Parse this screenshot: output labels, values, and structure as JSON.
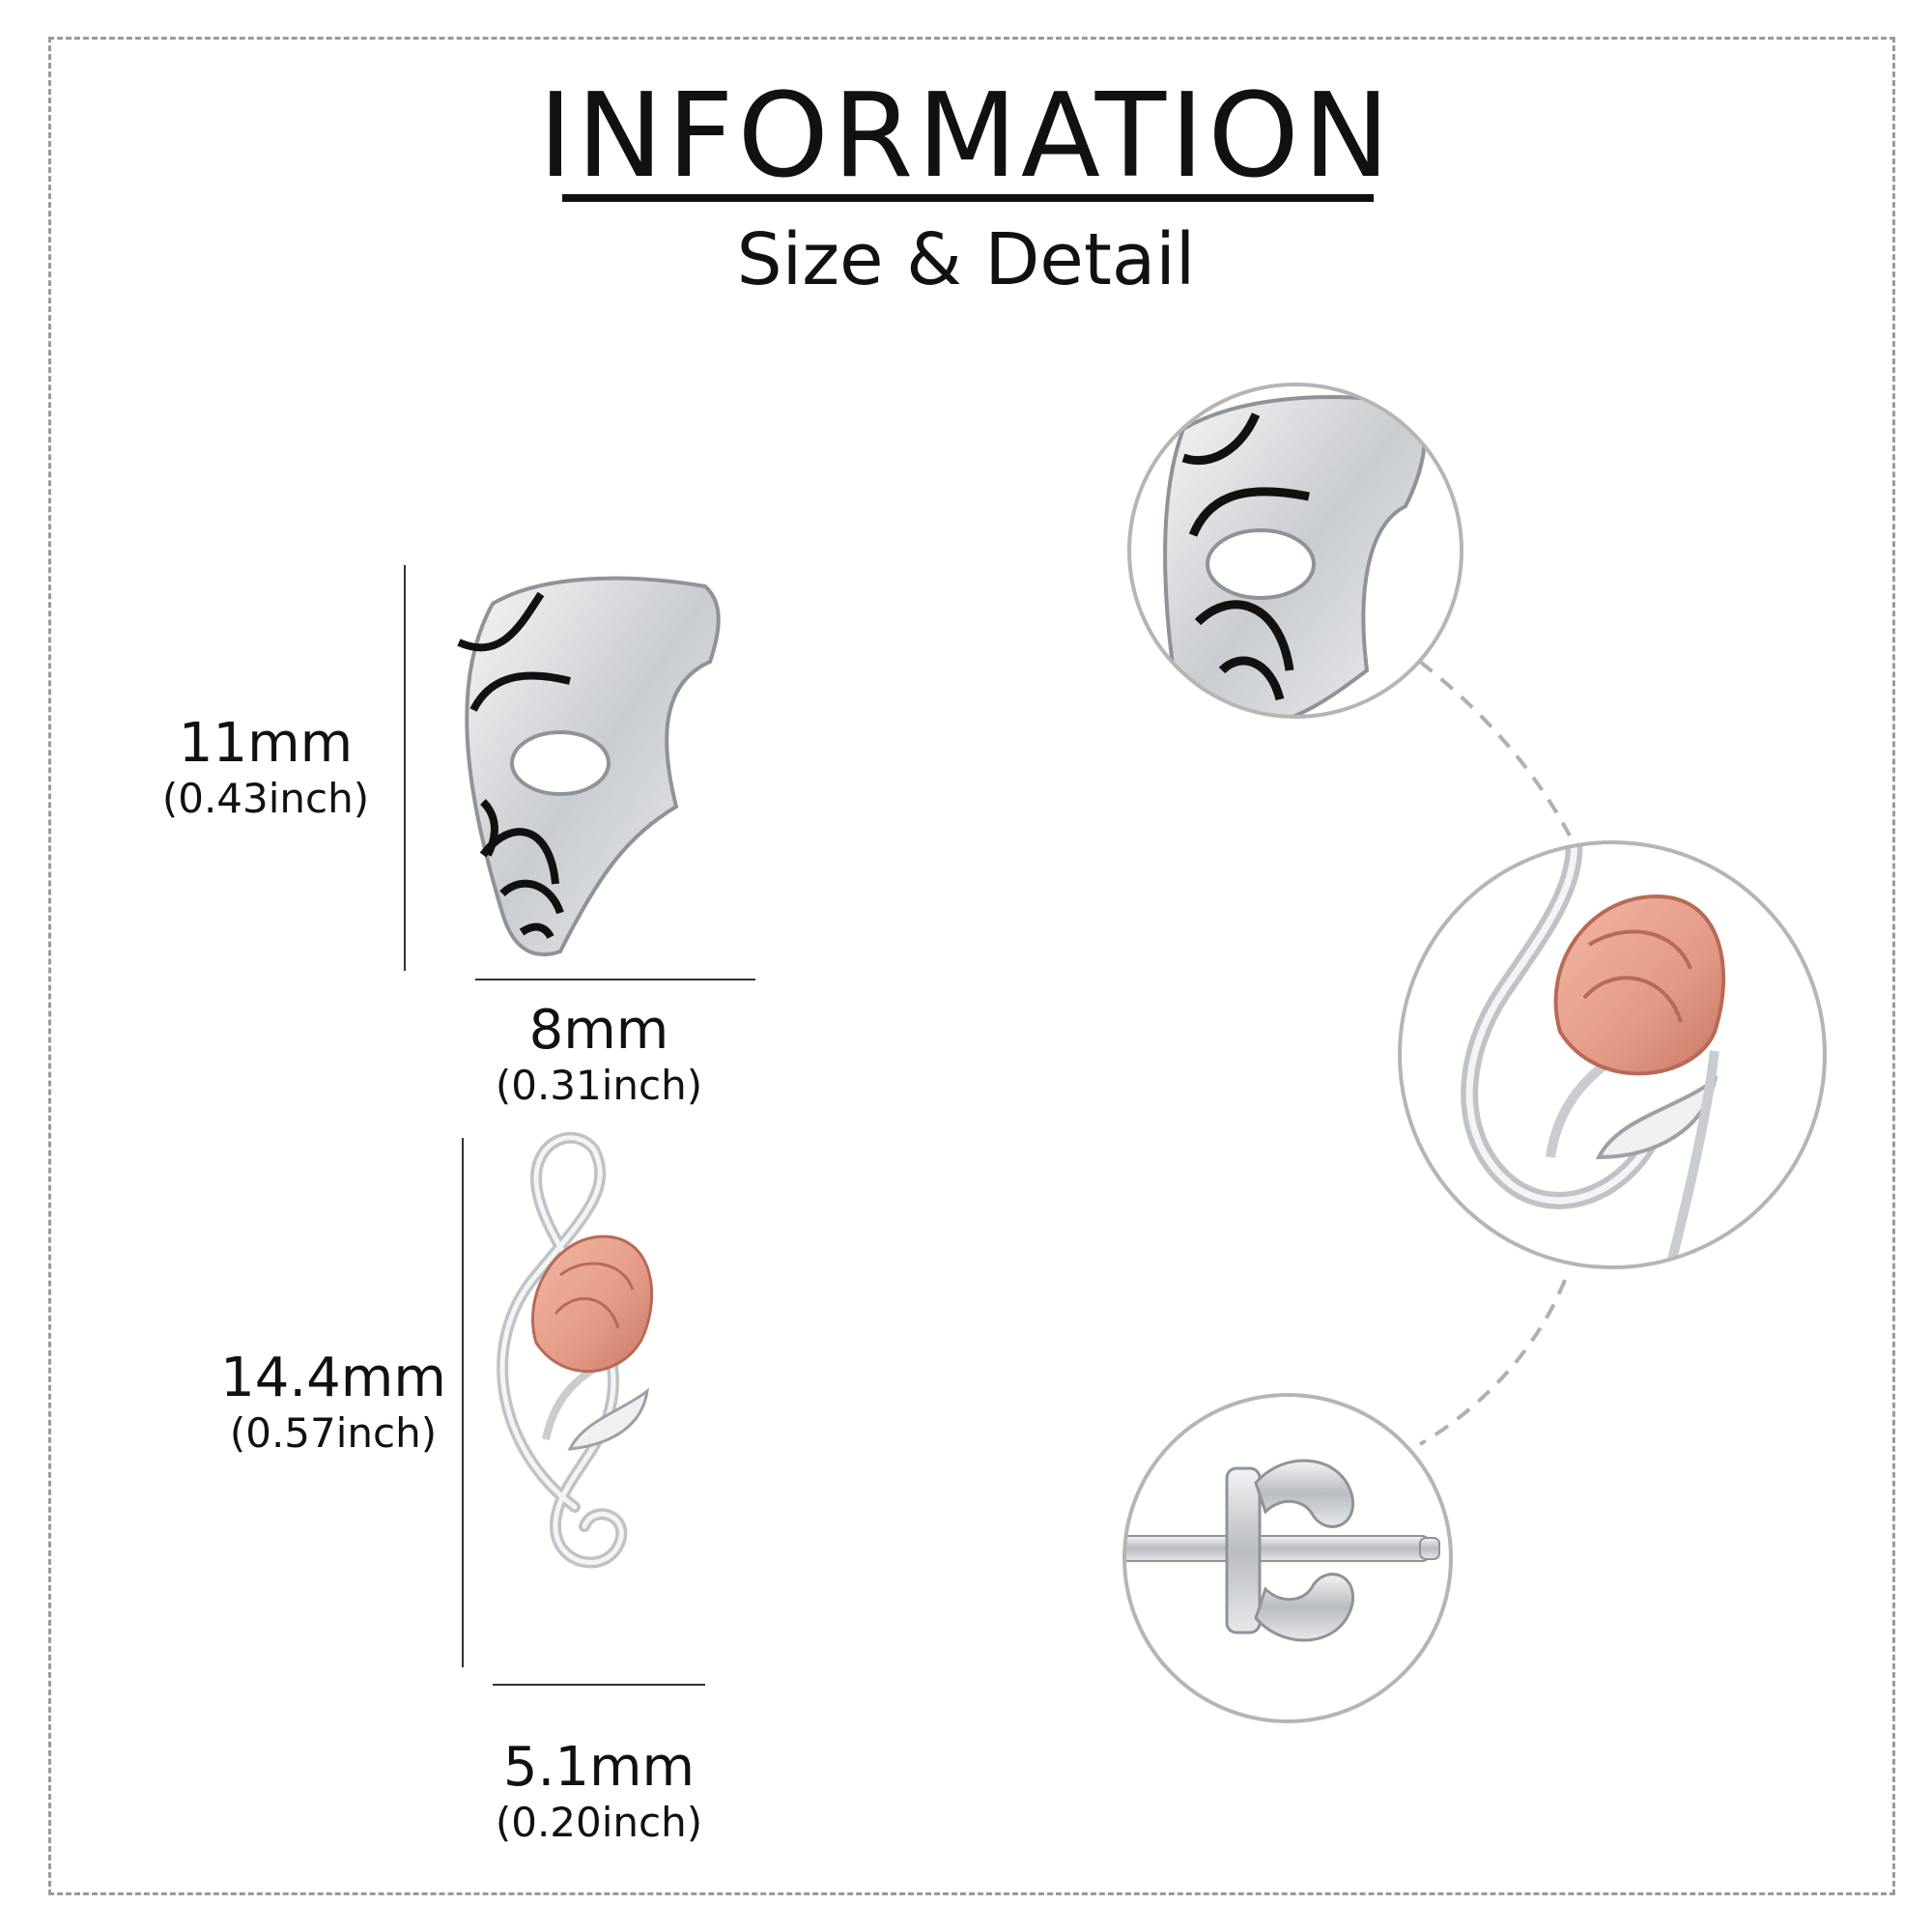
{
  "header": {
    "title": "INFORMATION",
    "subtitle": "Size & Detail"
  },
  "mask_earring": {
    "height_mm": "11mm",
    "height_inch": "(0.43inch)",
    "width_mm": "8mm",
    "width_inch": "(0.31inch)"
  },
  "clef_earring": {
    "height_mm": "14.4mm",
    "height_inch": "(0.57inch)",
    "width_mm": "5.1mm",
    "width_inch": "(0.20inch)"
  },
  "colors": {
    "silver": "#d9dbde",
    "silver_dark": "#8f9399",
    "rose_gold": "#e39a85",
    "outline": "#b5b5b5",
    "connector": "#b0b0b0"
  }
}
